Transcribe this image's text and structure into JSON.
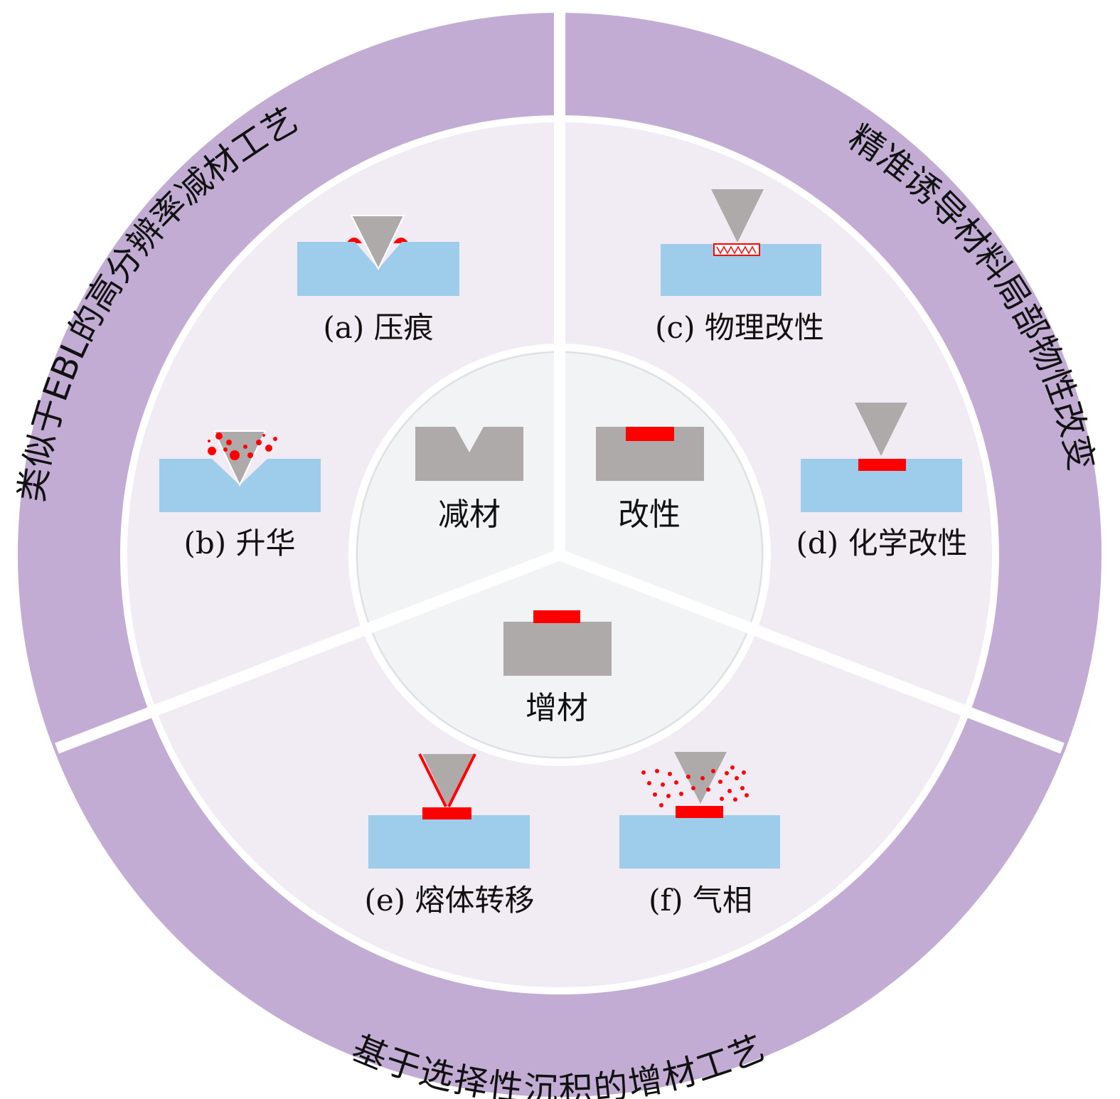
{
  "colors": {
    "outer_ring": "#c2acd4",
    "middle_ring": "#f1ebf4",
    "center_disk": "#f1f3f5",
    "substrate": "#9dcdea",
    "tip": "#aeaaaa",
    "block": "#aeaaaa",
    "material": "#ff0000",
    "separator": "#ffffff"
  },
  "outer_labels": {
    "subtractive": "类似于EBL的高分辨率减材工艺",
    "modification": "精准诱导材料局部物性改变",
    "additive": "基于选择性沉积的增材工艺"
  },
  "center": {
    "subtractive": "减材",
    "modification": "改性",
    "additive": "增材"
  },
  "processes": {
    "a": "(a) 压痕",
    "b": "(b) 升华",
    "c": "(c) 物理改性",
    "d": "(d) 化学改性",
    "e": "(e) 熔体转移",
    "f": "(f) 气相"
  }
}
